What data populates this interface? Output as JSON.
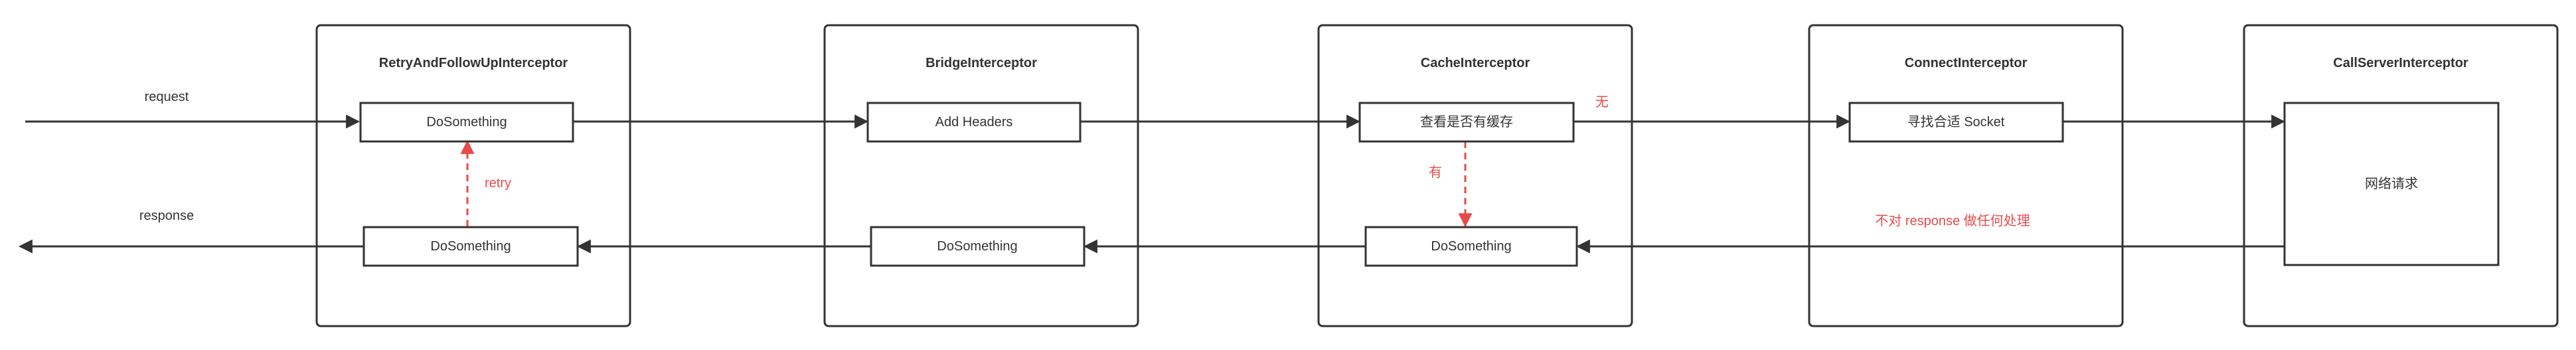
{
  "colors": {
    "line": "#333333",
    "accent_red": "#e84b4b",
    "background": "#ffffff"
  },
  "interceptors": [
    {
      "title": "RetryAndFollowUpInterceptor",
      "request_node": "DoSomething",
      "response_node": "DoSomething"
    },
    {
      "title": "BridgeInterceptor",
      "request_node": "Add Headers",
      "response_node": "DoSomething"
    },
    {
      "title": "CacheInterceptor",
      "request_node": "查看是否有缓存",
      "response_node": "DoSomething"
    },
    {
      "title": "ConnectInterceptor",
      "request_node": "寻找合适 Socket"
    },
    {
      "title": "CallServerInterceptor",
      "request_node": "网络请求"
    }
  ],
  "edge_labels": {
    "request": "request",
    "response": "response",
    "retry": "retry",
    "cache_hit": "有",
    "cache_miss": "无",
    "connect_note": "不对 response 做任何处理"
  }
}
